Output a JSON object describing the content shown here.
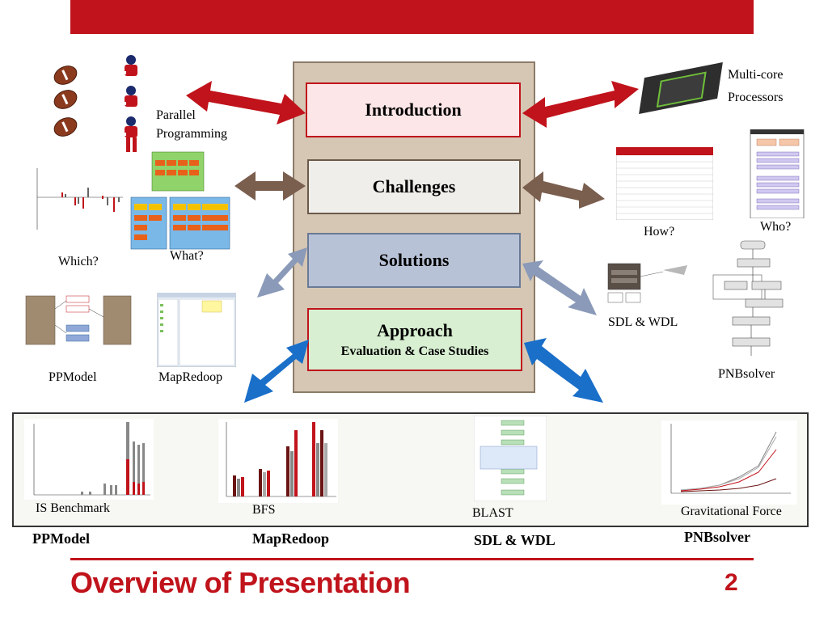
{
  "boxes": {
    "introduction": "Introduction",
    "challenges": "Challenges",
    "solutions": "Solutions",
    "approach": "Approach",
    "approach_sub": "Evaluation & Case Studies"
  },
  "labels": {
    "parallel_line1": "Parallel",
    "parallel_line2": "Programming",
    "multicore_line1": "Multi-core",
    "multicore_line2": "Processors",
    "which": "Which?",
    "what": "What?",
    "how": "How?",
    "who": "Who?",
    "ppmodel_left": "PPModel",
    "mapredoop_left": "MapRedoop",
    "sdl_wdl_right": "SDL & WDL",
    "pnbsolver_right": "PNBsolver"
  },
  "bottom": {
    "is_benchmark": "IS Benchmark",
    "bfs": "BFS",
    "blast": "BLAST",
    "gravitational": "Gravitational Force",
    "ppmodel": "PPModel",
    "mapredoop": "MapRedoop",
    "sdl_wdl": "SDL & WDL",
    "pnbsolver": "PNBsolver"
  },
  "footer": {
    "title": "Overview of Presentation",
    "page": "2"
  },
  "colors": {
    "accent_red": "#c0131b",
    "arrow_brown": "#7a5e4e",
    "arrow_steel": "#8a9ab8",
    "arrow_blue": "#1a6fc9"
  }
}
